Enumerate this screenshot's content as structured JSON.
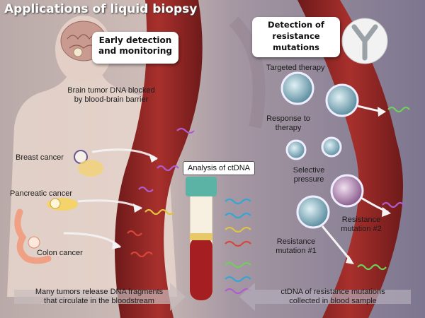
{
  "title": "Applications of liquid biopsy",
  "left_panel": {
    "heading": "Early detection\nand monitoring",
    "brain_note": "Brain tumor DNA blocked\nby blood-brain barrier",
    "cancers": [
      "Breast cancer",
      "Pancreatic cancer",
      "Colon cancer"
    ],
    "bottom_text": "Many tumors release DNA fragments\nthat circulate in the bloodstream"
  },
  "center": {
    "analysis_label": "Analysis of ctDNA"
  },
  "right_panel": {
    "heading": "Detection of\nresistance\nmutations",
    "targeted_therapy": "Targeted therapy",
    "response": "Response to\ntherapy",
    "selective_pressure": "Selective\npressure",
    "mutation_2": "Resistance\nmutation #2",
    "mutation_1": "Resistance\nmutation #1",
    "bottom_text": "ctDNA of resistance mutations\ncollected in blood sample"
  },
  "colors": {
    "vessel": "#9b2b2b",
    "tube_cap": "#5bb3a5",
    "dna": [
      "#2fa7d8",
      "#e0c340",
      "#d8453a",
      "#6fcf5a",
      "#b15bd1"
    ]
  }
}
